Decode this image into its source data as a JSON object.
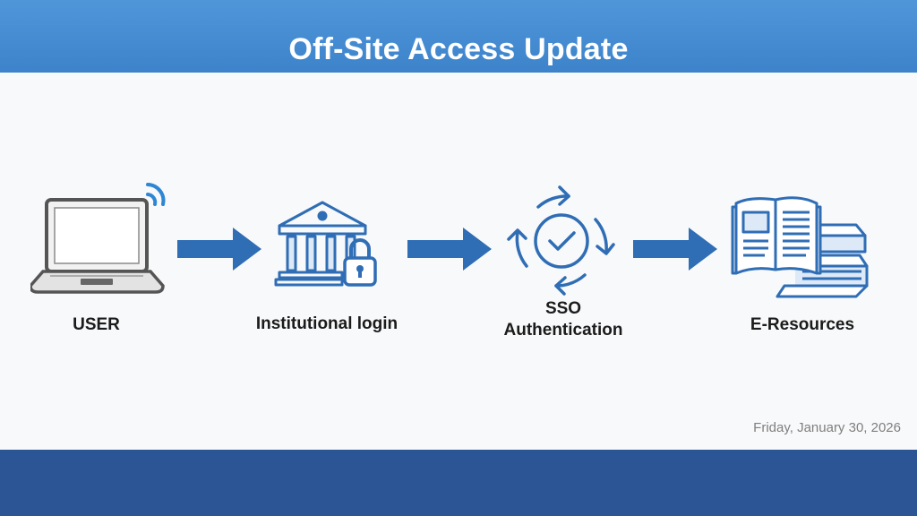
{
  "header": {
    "title": "Off-Site Access Update"
  },
  "steps": [
    {
      "label": "USER",
      "icon": "laptop-wifi-icon"
    },
    {
      "label": "Institutional login",
      "icon": "institution-lock-icon"
    },
    {
      "label_lines": [
        "SSO",
        "Authentication"
      ],
      "icon": "sso-refresh-check-icon"
    },
    {
      "label": "E-Resources",
      "icon": "books-icon"
    }
  ],
  "footer": {
    "date": "Friday, January 30, 2026"
  },
  "colors": {
    "header": "#4a90d9",
    "footer": "#2c5596",
    "accent": "#2f6db5",
    "laptop_gray": "#5a5a5a"
  }
}
